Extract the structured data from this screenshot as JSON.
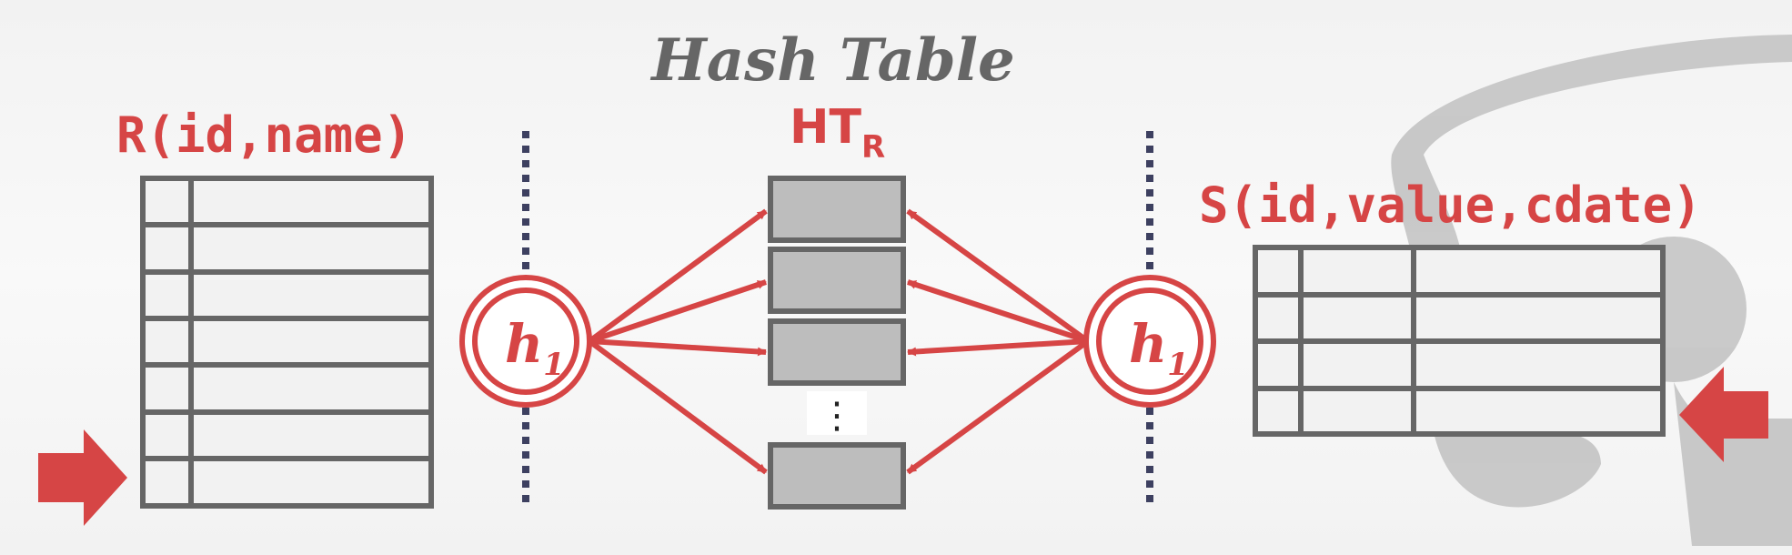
{
  "title": "Hash Table",
  "left_table": {
    "label": "R(id,name)",
    "rows": 7
  },
  "hash_table": {
    "label": "HT",
    "label_subscript": "R",
    "buckets": 4,
    "ellipsis": "⋮"
  },
  "right_table": {
    "label": "S(id,value,cdate)",
    "rows": 4
  },
  "hash_functions": [
    {
      "symbol": "h",
      "subscript": "1"
    },
    {
      "symbol": "h",
      "subscript": "1"
    }
  ],
  "colors": {
    "accent": "#d64545",
    "table_stroke": "#666666",
    "bucket_fill": "#bdbdbd",
    "divider": "#3d4060",
    "watermark": "#c4c4c4"
  },
  "icons": [
    "left-arrow-indicator-icon",
    "right-arrow-indicator-icon"
  ]
}
